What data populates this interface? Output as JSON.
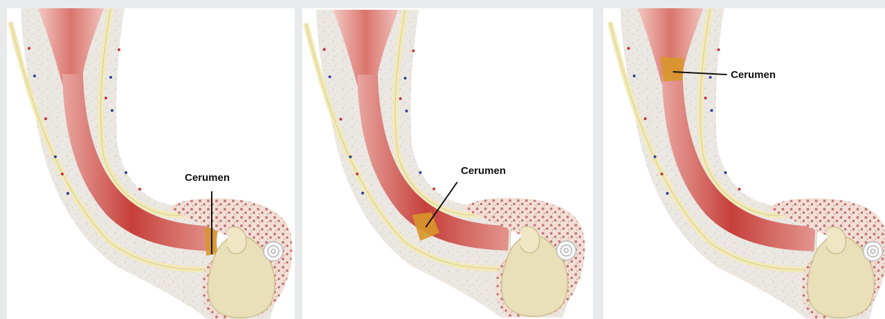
{
  "colors": {
    "background": "#e9eaec",
    "panel": "#ffffff",
    "tissue": "#e7e2dc",
    "canal_lumen": "#c9453f",
    "canal_wall": "#f0e6b2",
    "cerumen": "#d8962a",
    "bone": "#e9dfb8"
  },
  "panels": [
    {
      "label": "Cerumen"
    },
    {
      "label": "Cerumen"
    },
    {
      "label": "Cerumen"
    }
  ]
}
